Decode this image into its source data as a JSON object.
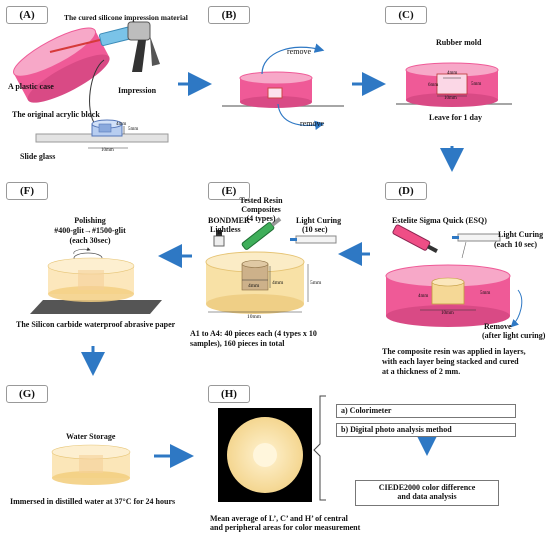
{
  "panels": {
    "A": {
      "label": "(A)",
      "material_label": "The cured silicone impression material",
      "case_label": "A plastic case",
      "impression_label": "Impression",
      "block_label": "The original acrylic block",
      "dim_4mm": "4mm",
      "dim_5mm": "5mm",
      "dim_10mm": "10mm",
      "glass_label": "Slide glass"
    },
    "B": {
      "label": "(B)",
      "remove_top": "remove",
      "remove_bottom": "remove"
    },
    "C": {
      "label": "(C)",
      "title": "Rubber mold",
      "dim_4mm": "4mm",
      "dim_6mm": "6mm",
      "dim_5mm": "5mm",
      "dim_10mm": "10mm",
      "caption": "Leave for 1 day"
    },
    "D": {
      "label": "(D)",
      "esq_label": "Estelite Sigma Quick (ESQ)",
      "curing_label": "Light Curing",
      "curing_time": "(each 10 sec)",
      "dim_4mm": "4mm",
      "dim_5mm": "5mm",
      "dim_10mm": "10mm",
      "remove_label": "Remove",
      "remove_note": "(after light curing)",
      "caption_1": "The composite resin was applied in layers,",
      "caption_2": "with each layer being stacked and cured",
      "caption_3": "at a thickness of 2 mm."
    },
    "E": {
      "label": "(E)",
      "resin_1": "Tested Resin",
      "resin_2": "Composites",
      "resin_3": "(4 types)",
      "bond_1": "BONDMER",
      "bond_2": "Lightless",
      "curing_label": "Light Curing",
      "curing_time": "(10 sec)",
      "dim_4mm_h": "4mm",
      "dim_4mm_w": "4mm",
      "dim_5mm": "5mm",
      "dim_10mm": "10mm",
      "caption_1": "A1 to A4: 40 pieces each (4 types x 10",
      "caption_2": "samples), 160 pieces in total"
    },
    "F": {
      "label": "(F)",
      "polish_1": "Polishing",
      "polish_2": "#400-glit→#1500-glit",
      "polish_3": "(each 30sec)",
      "caption": "The Silicon carbide waterproof abrasive paper"
    },
    "G": {
      "label": "(G)",
      "title": "Water Storage",
      "caption": "Immersed in distilled water at 37°C for 24 hours"
    },
    "H": {
      "label": "(H)",
      "box_a": "a) Colorimeter",
      "box_b": "b) Digital photo analysis method",
      "result_1": "CIEDE2000 color difference",
      "result_2": "and data analysis",
      "caption_1": "Mean average of L’, C’ and H’ of central",
      "caption_2": "and peripheral areas for color measurement"
    }
  },
  "colors": {
    "pink": "#ef5a97",
    "pink_light": "#f7a8c8",
    "yellow": "#f8e1a6",
    "arrow_blue": "#2e78c4",
    "glass": "#e0e0e0"
  }
}
